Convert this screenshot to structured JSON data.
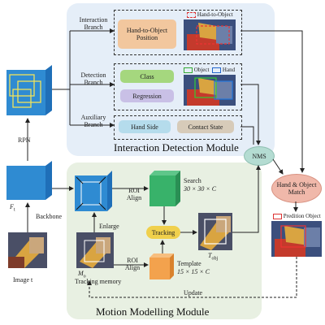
{
  "modules": {
    "interaction_detection": "Interaction Detection Module",
    "motion_modelling": "Motion Modelling Module"
  },
  "branches": {
    "interaction": "Interaction Branch",
    "detection": "Detection Branch",
    "auxiliary": "Auxiliary Branch"
  },
  "heads": {
    "hand_to_object_position": "Hand-to-Object Position",
    "class": "Class",
    "regression": "Regression",
    "hand_side": "Hand Side",
    "contact_state": "Contact State"
  },
  "legend": {
    "hand_to_object": "Hand-to-Object",
    "object": "Object",
    "hand": "Hand",
    "prediction_object": "Predition Object"
  },
  "labels": {
    "rpn": "RPN",
    "backbone": "Backbone",
    "ft": "F",
    "ft_sub": "t",
    "image_t": "Image t",
    "enlarge": "Enlarge",
    "roi_align_1": "ROI Align",
    "roi_align_2": "ROI Align",
    "search": "Search",
    "search_dim": "30 × 30 × C",
    "template": "Template",
    "template_dim": "15 × 15 × C",
    "tracking": "Tracking",
    "t_obj": "T",
    "t_obj_sub": "obj",
    "mo": "M",
    "mo_sub": "o",
    "tracking_memory": "Tracking memory",
    "update": "Update",
    "nms": "NMS",
    "hand_object_match": "Hand & Object Match"
  },
  "colors": {
    "idm_bg": "#e5eef8",
    "mmm_bg": "#e8f0e2",
    "feature_blue": "#2f8bd2",
    "hand_obj_pos": "#f2c79e",
    "class_green": "#a5d77e",
    "regression_purple": "#c9c0e6",
    "hand_side_blue": "#b5dcec",
    "contact_state": "#d7cbb9",
    "nms_teal": "#b4dcd2",
    "match_pink": "#f0b8aa",
    "tracking_yellow": "#f0d04c",
    "search_green": "#38b26a",
    "template_orange": "#f3a24d"
  }
}
